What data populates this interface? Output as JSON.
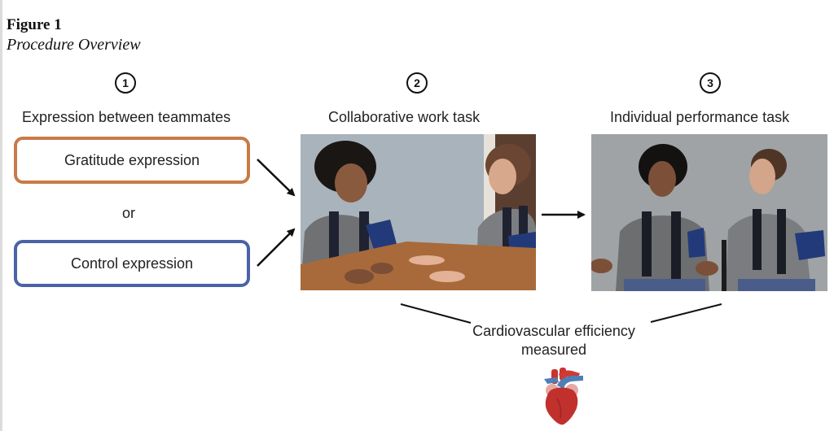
{
  "figure": {
    "label": "Figure 1",
    "title": "Procedure Overview"
  },
  "steps": [
    {
      "number": "1",
      "title": "Expression between teammates"
    },
    {
      "number": "2",
      "title": "Collaborative work task"
    },
    {
      "number": "3",
      "title": "Individual performance task"
    }
  ],
  "conditions": {
    "gratitude": {
      "label": "Gratitude expression",
      "color": "#c97a45"
    },
    "or_label": "or",
    "control": {
      "label": "Control expression",
      "color": "#4a63a8"
    }
  },
  "photos": [
    {
      "description": "Two teammates seated at a table talking, wearing blood pressure cuffs"
    },
    {
      "description": "Two participants seated side by side, wearing blood pressure cuffs"
    }
  ],
  "measurement": {
    "line1": "Cardiovascular efficiency",
    "line2": "measured",
    "icon": "heart-icon"
  }
}
